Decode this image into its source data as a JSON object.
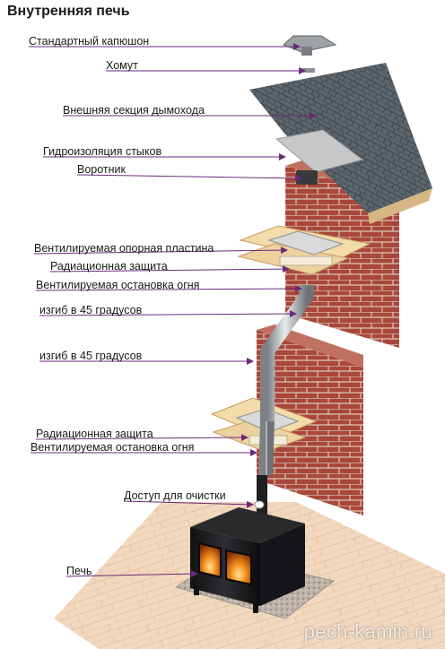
{
  "title": "Внутренняя печь",
  "watermark": "pech-kamin.ru",
  "colors": {
    "arrow": "#6b2a79",
    "brick": "#a9473a",
    "roof": "#59636a",
    "pipe": "#b9bcbf",
    "stove": "#1d1d1f",
    "fire": "#f08a1a"
  },
  "labels": [
    {
      "id": "cap",
      "text": "Стандартный капюшон"
    },
    {
      "id": "clamp",
      "text": "Хомут"
    },
    {
      "id": "outer",
      "text": "Внешняя секция дымохода"
    },
    {
      "id": "waterproof",
      "text": "Гидроизоляция стыков"
    },
    {
      "id": "collar",
      "text": "Воротник"
    },
    {
      "id": "plate",
      "text": "Вентилируемая опорная пластина"
    },
    {
      "id": "shield1",
      "text": "Радиационная защита"
    },
    {
      "id": "firestop1",
      "text": "Вентилируемая остановка огня"
    },
    {
      "id": "bend1",
      "text": "изгиб в 45 градусов"
    },
    {
      "id": "bend2",
      "text": "изгиб в 45 градусов"
    },
    {
      "id": "shield2",
      "text": "Радиационная защита"
    },
    {
      "id": "firestop2",
      "text": "Вентилируемая остановка огня"
    },
    {
      "id": "access",
      "text": "Доступ для очистки"
    },
    {
      "id": "stove",
      "text": "Печь"
    }
  ]
}
